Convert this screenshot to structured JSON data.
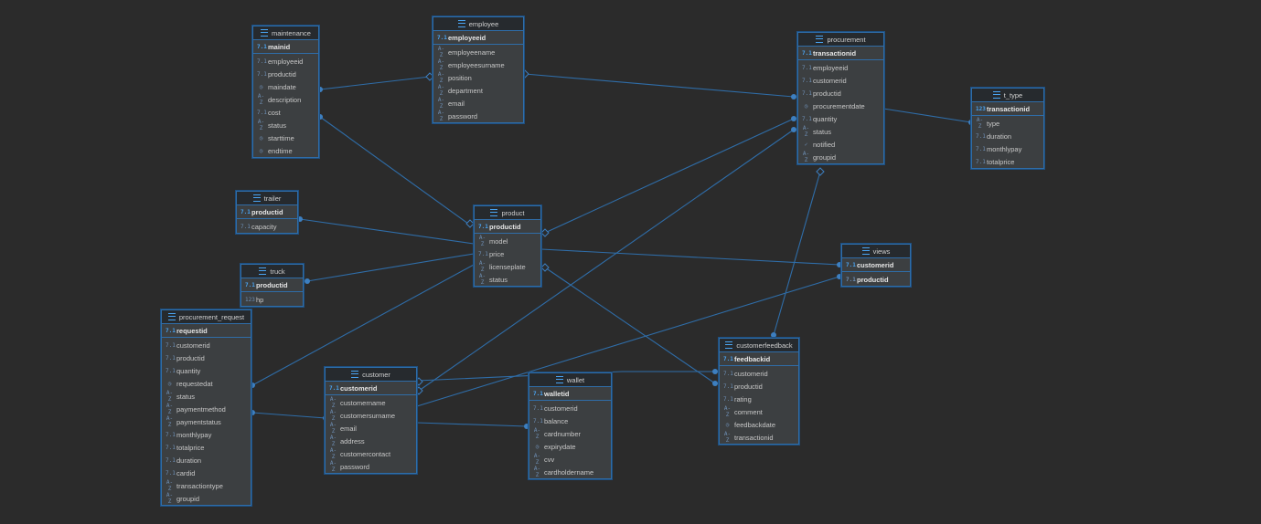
{
  "tables": [
    {
      "name": "maintenance",
      "pk": "mainid",
      "pk_type": "7.1",
      "cols": [
        [
          "7.1",
          "employeeid"
        ],
        [
          "7.1",
          "productid"
        ],
        [
          "◷",
          "maindate"
        ],
        [
          "A-Z",
          "description"
        ],
        [
          "7.1",
          "cost"
        ],
        [
          "A-Z",
          "status"
        ],
        [
          "◷",
          "starttime"
        ],
        [
          "◷",
          "endtime"
        ]
      ]
    },
    {
      "name": "employee",
      "pk": "employeeid",
      "pk_type": "7.1",
      "cols": [
        [
          "A-Z",
          "employeename"
        ],
        [
          "A-Z",
          "employeesurname"
        ],
        [
          "A-Z",
          "position"
        ],
        [
          "A-Z",
          "department"
        ],
        [
          "A-Z",
          "email"
        ],
        [
          "A-Z",
          "password"
        ]
      ]
    },
    {
      "name": "procurement",
      "pk": "transactionid",
      "pk_type": "7.1",
      "cols": [
        [
          "7.1",
          "employeeid"
        ],
        [
          "7.1",
          "customerid"
        ],
        [
          "7.1",
          "productid"
        ],
        [
          "◷",
          "procurementdate"
        ],
        [
          "7.1",
          "quantity"
        ],
        [
          "A-Z",
          "status"
        ],
        [
          "✓",
          "notified"
        ],
        [
          "A-Z",
          "groupid"
        ]
      ]
    },
    {
      "name": "t_type",
      "pk": "transactionid",
      "pk_type": "123",
      "cols": [
        [
          "A-Z",
          "type"
        ],
        [
          "7.1",
          "duration"
        ],
        [
          "7.1",
          "monthlypay"
        ],
        [
          "7.1",
          "totalprice"
        ]
      ]
    },
    {
      "name": "trailer",
      "pk": "productid",
      "pk_type": "7.1",
      "cols": [
        [
          "7.1",
          "capacity"
        ]
      ]
    },
    {
      "name": "product",
      "pk": "productid",
      "pk_type": "7.1",
      "cols": [
        [
          "A-Z",
          "model"
        ],
        [
          "7.1",
          "price"
        ],
        [
          "A-Z",
          "licenseplate"
        ],
        [
          "A-Z",
          "status"
        ]
      ]
    },
    {
      "name": "views",
      "pk": "customerid",
      "pk_type": "7.1",
      "cols": [
        [
          "7.1",
          "productid"
        ]
      ],
      "second_bold": true
    },
    {
      "name": "truck",
      "pk": "productid",
      "pk_type": "7.1",
      "cols": [
        [
          "123",
          "hp"
        ]
      ]
    },
    {
      "name": "procurement_request",
      "pk": "requestid",
      "pk_type": "7.1",
      "cols": [
        [
          "7.1",
          "customerid"
        ],
        [
          "7.1",
          "productid"
        ],
        [
          "7.1",
          "quantity"
        ],
        [
          "◷",
          "requestedat"
        ],
        [
          "A-Z",
          "status"
        ],
        [
          "A-Z",
          "paymentmethod"
        ],
        [
          "A-Z",
          "paymentstatus"
        ],
        [
          "7.1",
          "monthlypay"
        ],
        [
          "7.1",
          "totalprice"
        ],
        [
          "7.1",
          "duration"
        ],
        [
          "7.1",
          "cardid"
        ],
        [
          "A-Z",
          "transactiontype"
        ],
        [
          "A-Z",
          "groupid"
        ]
      ]
    },
    {
      "name": "customer",
      "pk": "customerid",
      "pk_type": "7.1",
      "cols": [
        [
          "A-Z",
          "customername"
        ],
        [
          "A-Z",
          "customersurname"
        ],
        [
          "A-Z",
          "email"
        ],
        [
          "A-Z",
          "address"
        ],
        [
          "A-Z",
          "customercontact"
        ],
        [
          "A-Z",
          "password"
        ]
      ]
    },
    {
      "name": "wallet",
      "pk": "walletid",
      "pk_type": "7.1",
      "cols": [
        [
          "7.1",
          "customerid"
        ],
        [
          "7.1",
          "balance"
        ],
        [
          "A-Z",
          "cardnumber"
        ],
        [
          "◷",
          "expirydate"
        ],
        [
          "A-Z",
          "cvv"
        ],
        [
          "A-Z",
          "cardholdername"
        ]
      ]
    },
    {
      "name": "customerfeedback",
      "pk": "feedbackid",
      "pk_type": "7.1",
      "cols": [
        [
          "7.1",
          "customerid"
        ],
        [
          "7.1",
          "productid"
        ],
        [
          "7.1",
          "rating"
        ],
        [
          "A-Z",
          "comment"
        ],
        [
          "◷",
          "feedbackdate"
        ],
        [
          "A-Z",
          "transactionid"
        ]
      ]
    }
  ]
}
